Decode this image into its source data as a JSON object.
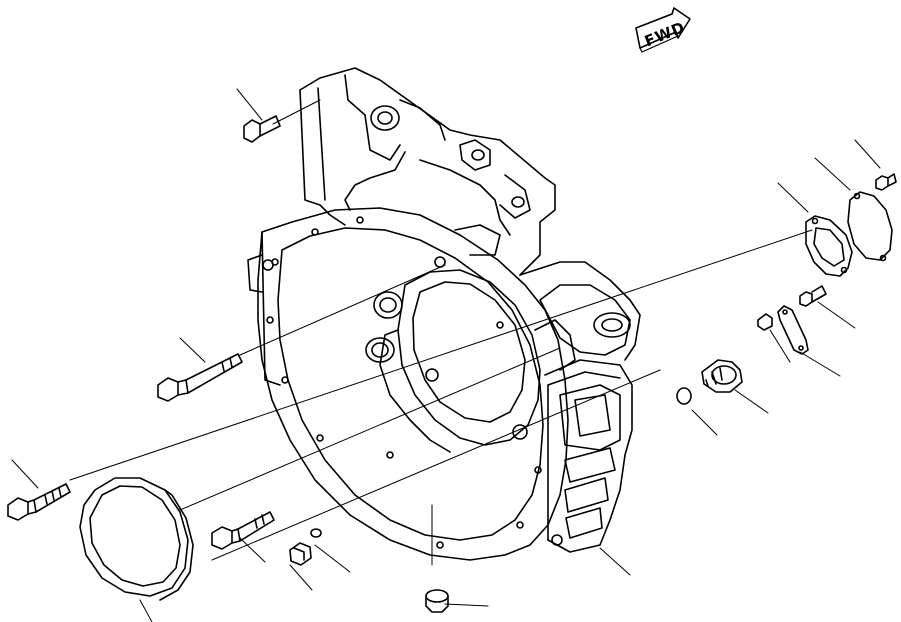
{
  "direction_indicator": {
    "label": "FWD"
  },
  "colors": {
    "line": "#000000",
    "background": "#ffffff"
  },
  "parts": [
    "housing",
    "oil-seal",
    "flange-bolt-long",
    "flange-bolt-upper",
    "flange-bolt-lower",
    "mount-bolt",
    "drain-plug",
    "o-ring-small",
    "cap-plug",
    "gasket",
    "cover",
    "cover-bolt",
    "plate-bolt",
    "plate",
    "plug-fitting",
    "o-ring-plug"
  ]
}
